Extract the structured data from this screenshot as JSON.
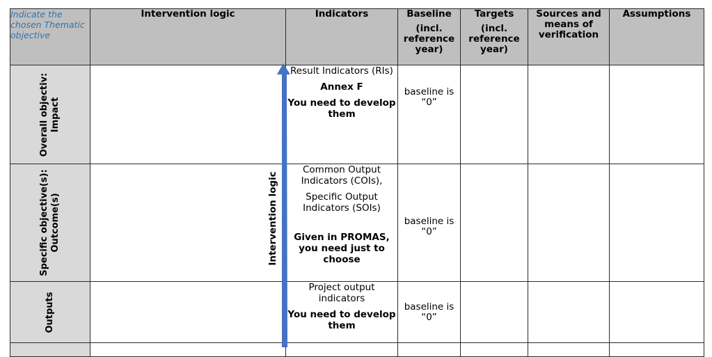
{
  "header": {
    "col0": "Indicate the chosen Thematic objective",
    "col1": "Intervention logic",
    "col2": "Indicators",
    "col3_title": "Baseline",
    "col3_sub": "(incl. reference year)",
    "col4_title": "Targets",
    "col4_sub": "(incl. reference year)",
    "col5": "Sources and means of verification",
    "col6": "Assumptions"
  },
  "rows": [
    {
      "label_line1": "Overall objectiv:",
      "label_line2": "Impact",
      "indicators": [
        "Result Indicators (RIs)",
        "Annex F",
        "You need to develop them"
      ],
      "baseline": "baseline is “0”"
    },
    {
      "label_line1": "Specific objective(s):",
      "label_line2": "Outcome(s)",
      "indicators": [
        "Common Output Indicators (COIs),",
        "Specific Output Indicators (SOIs)",
        "Given in PROMAS, you need just to choose"
      ],
      "baseline": "baseline is “0”"
    },
    {
      "label_line1": "Outputs",
      "label_line2": "",
      "indicators": [
        "Project output indicators",
        "You need to develop them"
      ],
      "baseline": "baseline is “0”"
    }
  ],
  "arrow_label": "Intervention logic",
  "colors": {
    "header_bg": "#bfbfbf",
    "rowhead_bg": "#d9d9d9",
    "arrow": "#4472c4",
    "italic_text": "#2e74b5"
  }
}
